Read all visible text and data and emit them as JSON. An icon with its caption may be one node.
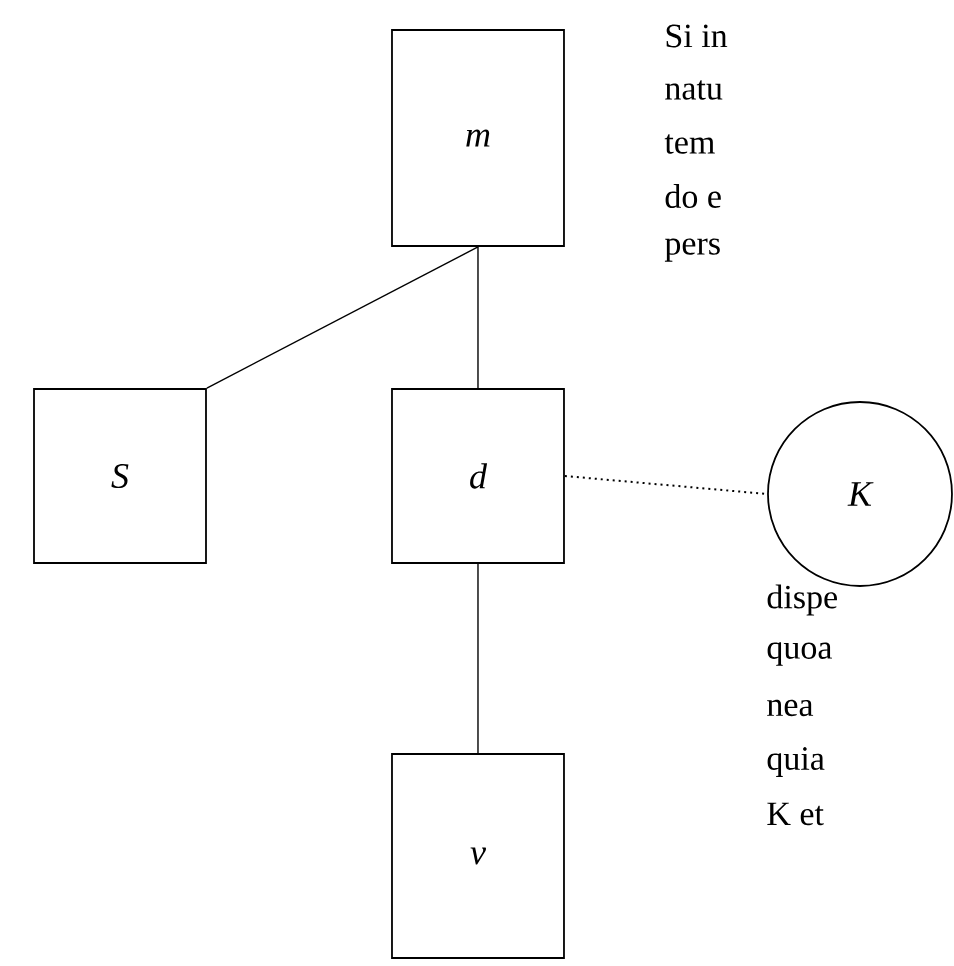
{
  "diagram": {
    "nodes": [
      {
        "text": [
          "m"
        ]
      },
      {
        "text": [
          "S"
        ]
      },
      {
        "text": [
          "d"
        ]
      },
      {
        "text": [
          "K"
        ]
      },
      {
        "text": [
          "v"
        ]
      }
    ],
    "edges": [
      {
        "from": 0,
        "to": 1,
        "arrow": "none"
      },
      {
        "from": 0,
        "to": 2,
        "arrow": "none"
      },
      {
        "from": 2,
        "to": 3,
        "arrow": "none",
        "style": "dashed"
      },
      {
        "from": 2,
        "to": 4,
        "arrow": "none"
      }
    ],
    "labels": [
      "Si in",
      "natu",
      "tem",
      "do e",
      "pers",
      "dispe",
      "quoa",
      "nea",
      "quia",
      "K et"
    ]
  }
}
